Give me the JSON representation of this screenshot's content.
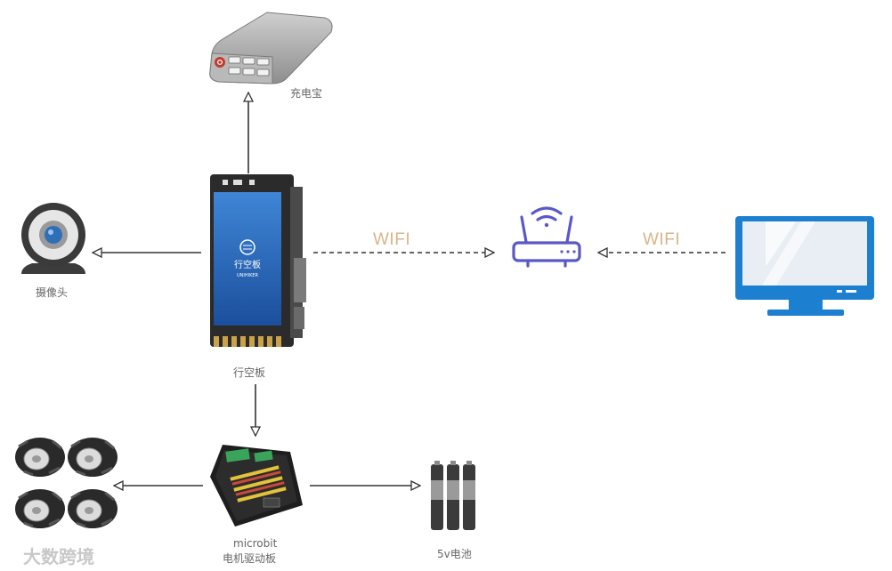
{
  "nodes": {
    "power_bank": {
      "label": "充电宝"
    },
    "camera": {
      "label": "摄像头"
    },
    "board": {
      "label": "行空板",
      "screen_title": "行空板",
      "screen_subtitle": "UNIHIKER"
    },
    "router": {
      "label": ""
    },
    "monitor": {
      "label": ""
    },
    "wheels": {
      "label": ""
    },
    "motor_board": {
      "label_line1": "microbit",
      "label_line2": "电机驱动板"
    },
    "battery": {
      "label": "5v电池"
    }
  },
  "edges": {
    "board_to_router": {
      "label": "WIFI"
    },
    "monitor_to_router": {
      "label": "WIFI"
    }
  },
  "watermark": "大数跨境",
  "colors": {
    "arrow": "#333333",
    "wifi_text": "#d8b48a",
    "router": "#5a58c8",
    "monitor": "#1d7fd0",
    "board_screen": "#1f5fb5"
  }
}
